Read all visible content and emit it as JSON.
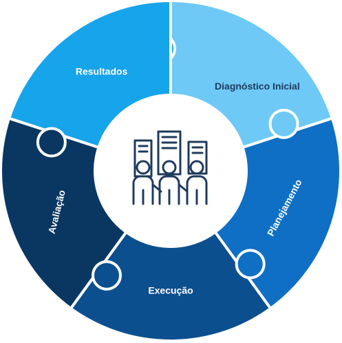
{
  "diagram": {
    "segments": [
      {
        "id": "diagnostico",
        "label": "Diagnóstico Inicial",
        "color": "#6ec9f7",
        "text_color": "#1f3a5c"
      },
      {
        "id": "planejamento",
        "label": "Planejamento",
        "color": "#0e6fc4",
        "text_color": "#ffffff"
      },
      {
        "id": "execucao",
        "label": "Execução",
        "color": "#0c4f8f",
        "text_color": "#ffffff"
      },
      {
        "id": "avaliacao",
        "label": "Avaliação",
        "color": "#0a3762",
        "text_color": "#ffffff"
      },
      {
        "id": "resultados",
        "label": "Resultados",
        "color": "#16a4ea",
        "text_color": "#ffffff"
      }
    ],
    "center": {
      "icon": "team-city-icon",
      "icon_color": "#1f3a5c",
      "background": "#ffffff"
    }
  }
}
